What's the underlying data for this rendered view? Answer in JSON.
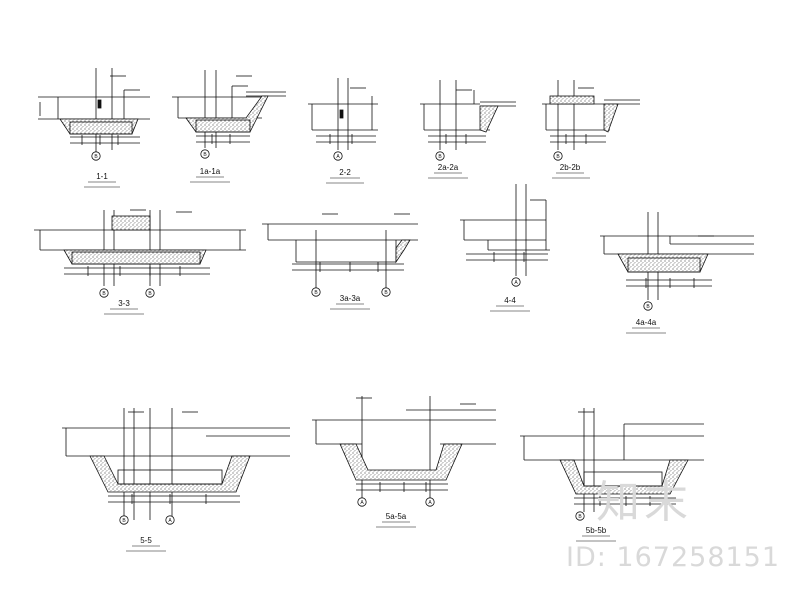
{
  "sections": [
    {
      "id": "s1",
      "label": "1-1",
      "axes": [
        "B"
      ]
    },
    {
      "id": "s1a",
      "label": "1a-1a",
      "axes": [
        "B"
      ]
    },
    {
      "id": "s2",
      "label": "2-2",
      "axes": [
        "A"
      ]
    },
    {
      "id": "s2a",
      "label": "2a-2a",
      "axes": [
        "B"
      ]
    },
    {
      "id": "s2b",
      "label": "2b-2b",
      "axes": [
        "B"
      ]
    },
    {
      "id": "s3",
      "label": "3-3",
      "axes": [
        "B",
        "B"
      ]
    },
    {
      "id": "s3a",
      "label": "3a-3a",
      "axes": [
        "B",
        "B"
      ]
    },
    {
      "id": "s4",
      "label": "4-4",
      "axes": [
        "A"
      ]
    },
    {
      "id": "s4a",
      "label": "4a-4a",
      "axes": [
        "B"
      ]
    },
    {
      "id": "s5",
      "label": "5-5",
      "axes": [
        "B",
        "A"
      ]
    },
    {
      "id": "s5a",
      "label": "5a-5a",
      "axes": [
        "A",
        "A"
      ]
    },
    {
      "id": "s5b",
      "label": "5b-5b",
      "axes": [
        "B"
      ]
    }
  ],
  "watermark": {
    "logo": "知末",
    "id": "ID: 167258151"
  }
}
